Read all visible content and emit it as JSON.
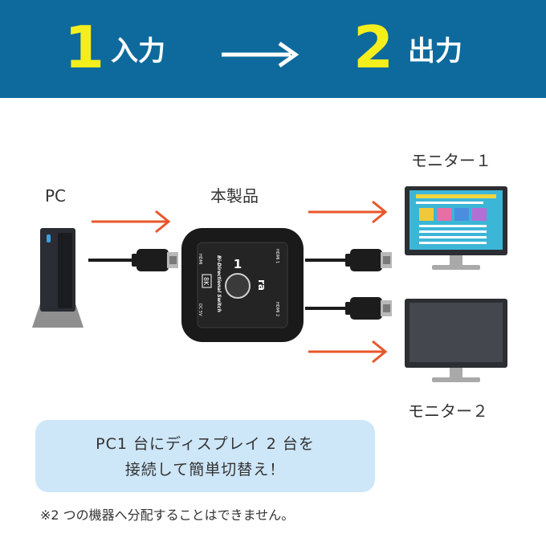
{
  "header": {
    "step1_number": "1",
    "step1_label": "入力",
    "step2_number": "2",
    "step2_label": "出力",
    "colors": {
      "background": "#0e6a9c",
      "number": "#f4ee1c",
      "label": "#ffffff"
    }
  },
  "diagram": {
    "pc_label": "PC",
    "product_label": "本製品",
    "monitor1_label": "モニター１",
    "monitor2_label": "モニター２",
    "device": {
      "center_digit": "1",
      "title": "Bi-Directional Switch",
      "badge": "8K",
      "port_left": "HDMI",
      "port_right_top": "HDMI 1",
      "port_right_bottom": "HDMI 2",
      "port_power": "DC 5V",
      "logo": "ra"
    },
    "arrow_color": "#e8562a"
  },
  "note": {
    "line1": "PC1 台にディスプレイ 2 台を",
    "line2": "接続して簡単切替え！"
  },
  "footnote": "※2 つの機器へ分配することはできません。"
}
